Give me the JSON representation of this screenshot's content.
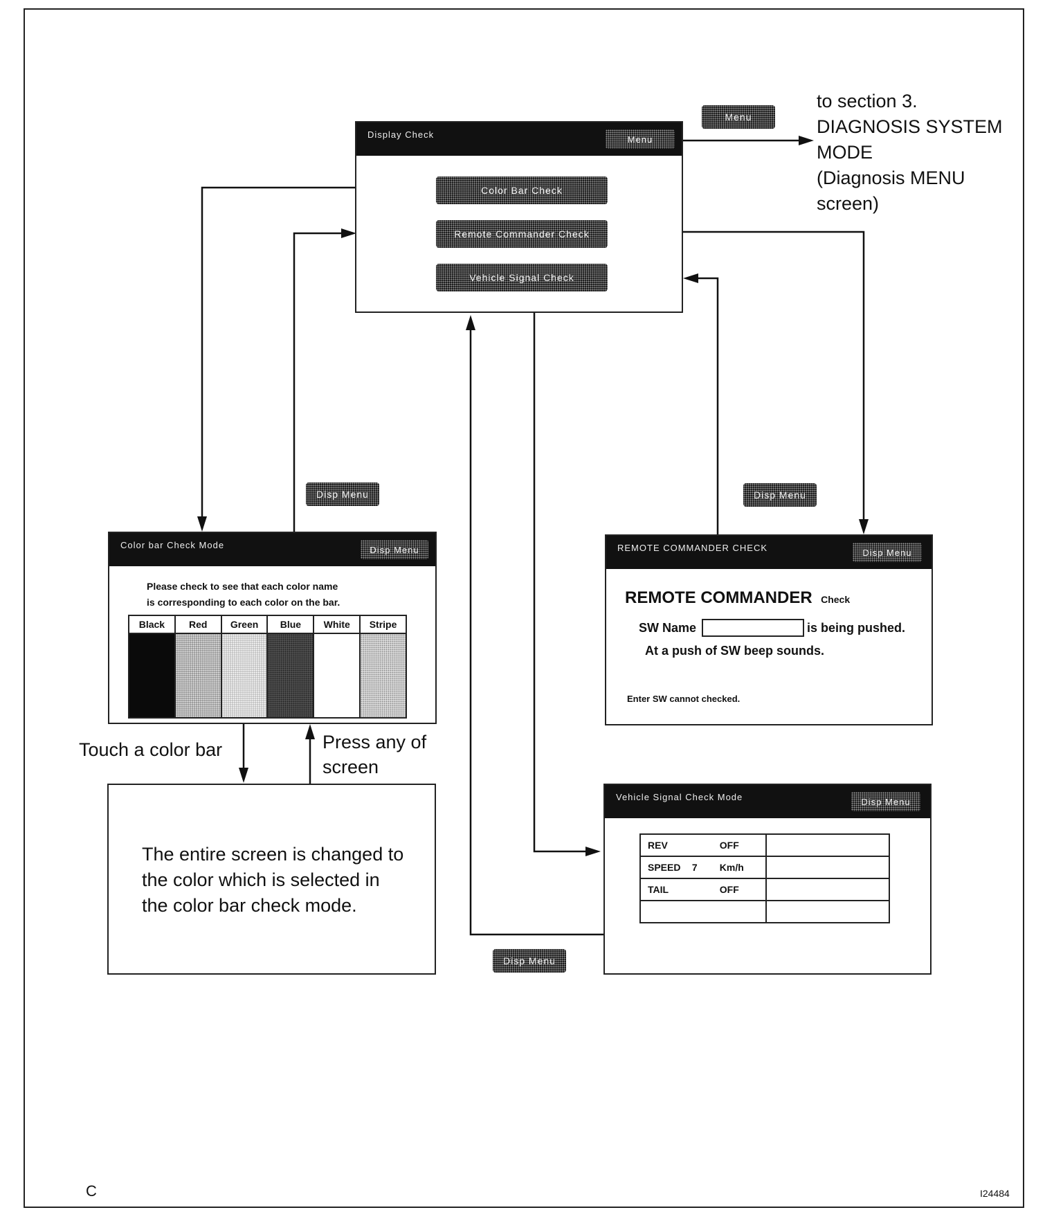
{
  "display_check": {
    "title": "Display Check",
    "menu_label": "Menu",
    "buttons": [
      "Color Bar Check",
      "Remote Commander Check",
      "Vehicle Signal Check"
    ]
  },
  "menu_key": "Menu",
  "section_ref": [
    "to section 3.",
    "DIAGNOSIS SYSTEM",
    "MODE",
    "(Diagnosis MENU",
    "screen)"
  ],
  "disp_menu_key": "Disp Menu",
  "color_bar": {
    "title": "Color bar Check Mode",
    "disp_menu": "Disp Menu",
    "instruction": [
      "Please check to see that each color name",
      "is corresponding to each color on the bar."
    ],
    "colors": [
      "Black",
      "Red",
      "Green",
      "Blue",
      "White",
      "Stripe"
    ]
  },
  "touch_label": "Touch a color bar",
  "press_label": [
    "Press any of",
    "screen"
  ],
  "entire_screen": [
    "The entire screen is changed to",
    "the color which is selected in",
    "the color bar check mode."
  ],
  "remote": {
    "title": "REMOTE COMMANDER CHECK",
    "disp_menu": "Disp Menu",
    "heading": "REMOTE COMMANDER",
    "heading_small": "Check",
    "sw_name": "SW Name",
    "being_pushed": "is being pushed.",
    "beep": "At a push of SW beep sounds.",
    "note": "Enter SW cannot checked."
  },
  "vehicle": {
    "title": "Vehicle Signal Check Mode",
    "disp_menu": "Disp Menu",
    "rows": [
      {
        "name": "REV",
        "value": "",
        "status": "OFF"
      },
      {
        "name": "SPEED",
        "value": "7",
        "status": "Km/h"
      },
      {
        "name": "TAIL",
        "value": "",
        "status": "OFF"
      },
      {
        "name": "",
        "value": "",
        "status": ""
      }
    ]
  },
  "corner_letter": "C",
  "figure_id": "I24484"
}
